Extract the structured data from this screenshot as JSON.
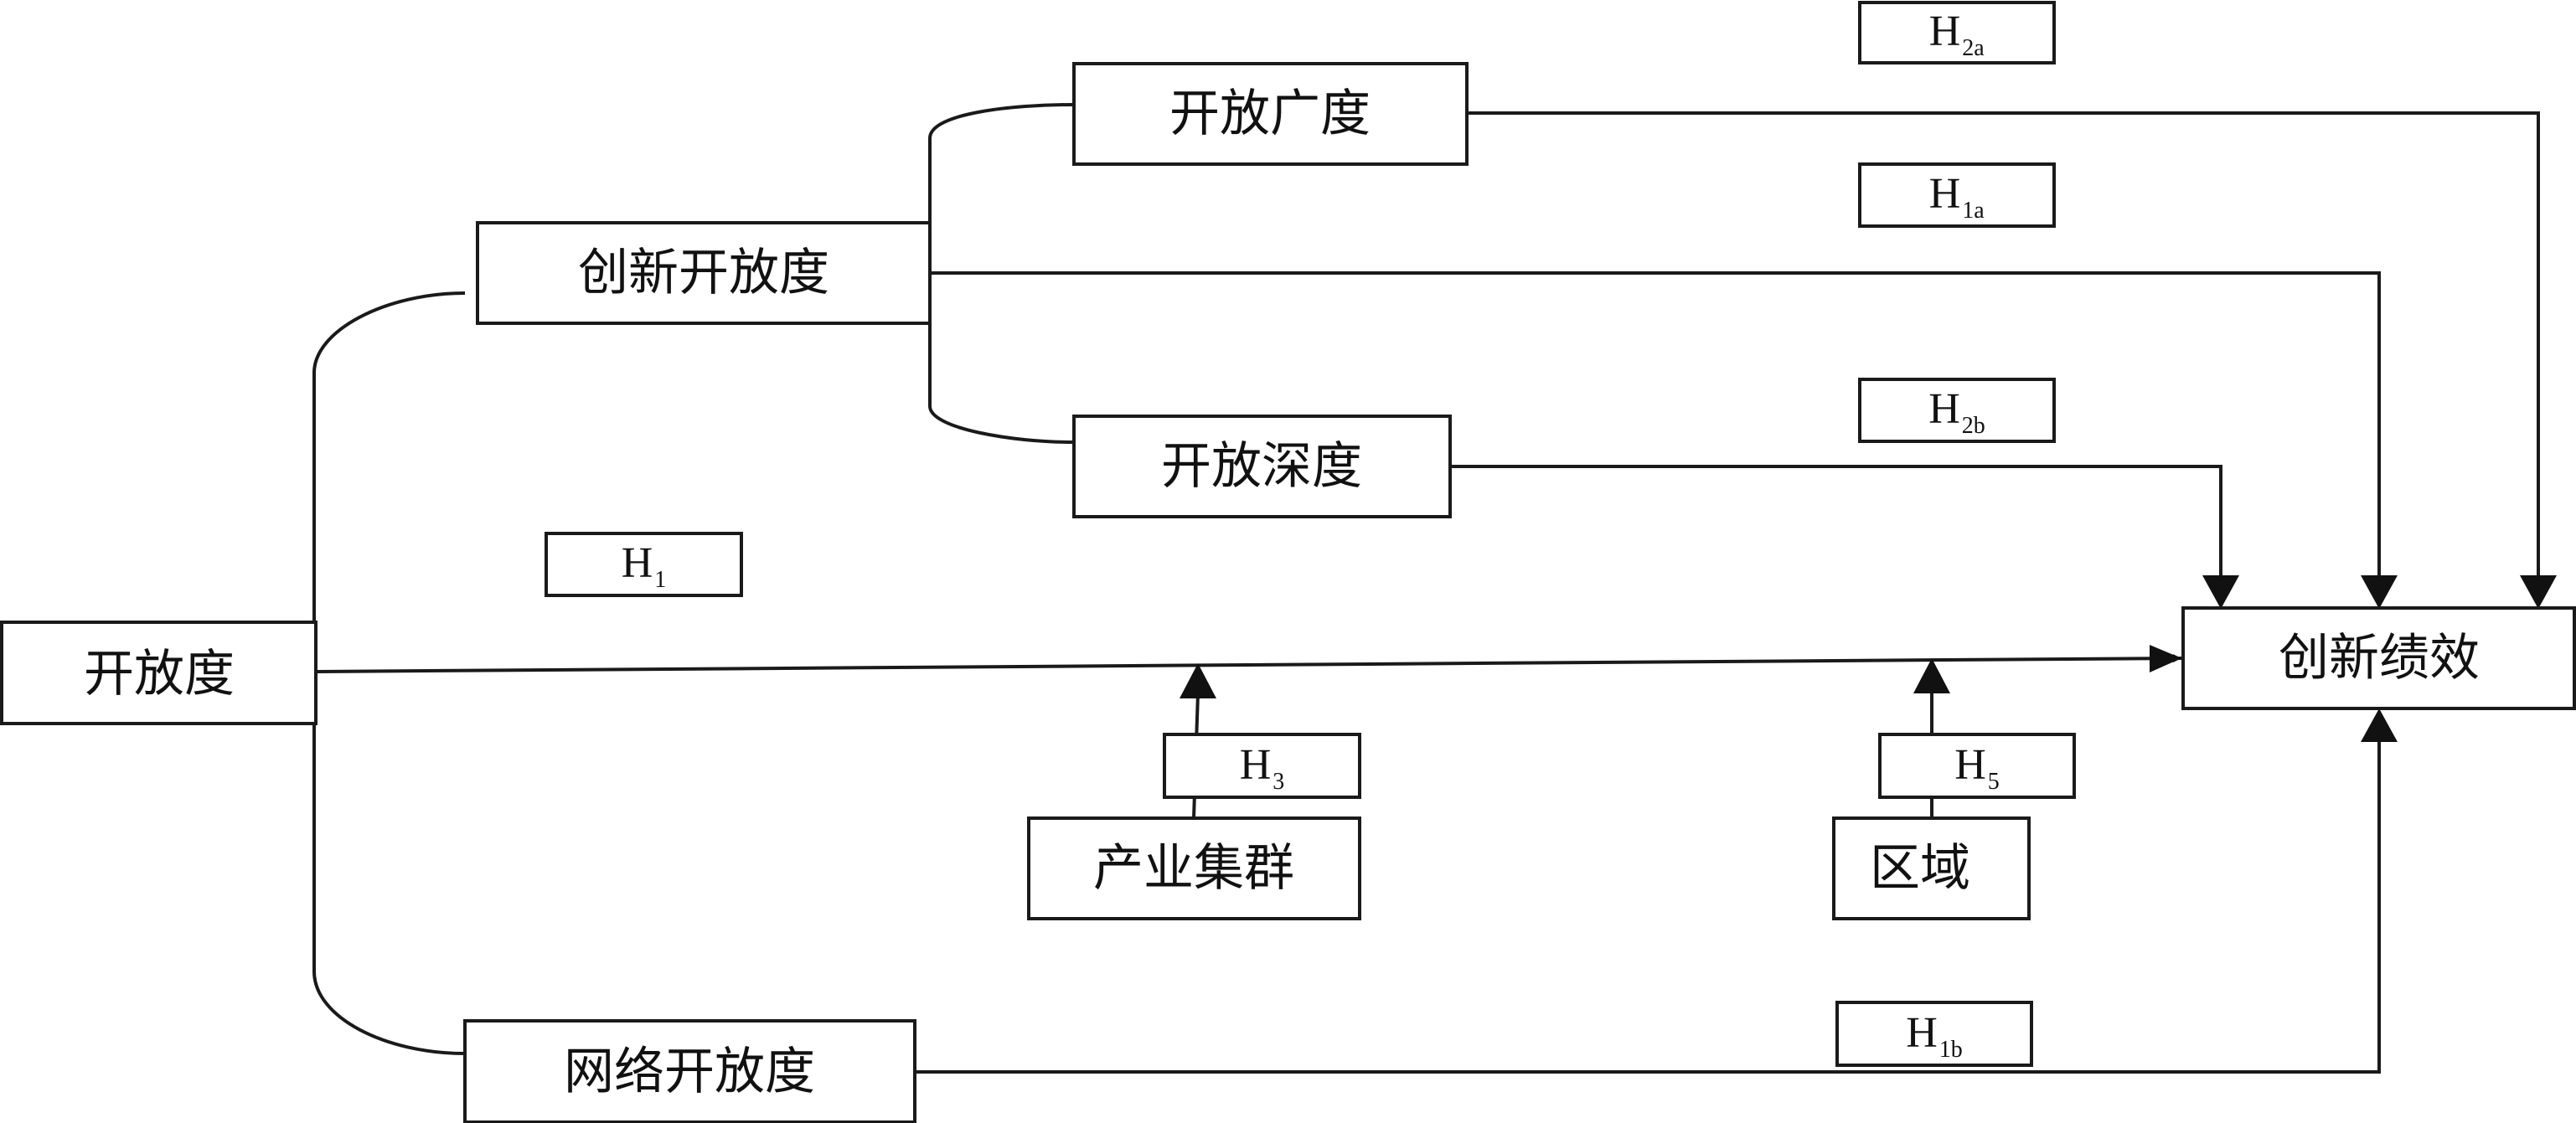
{
  "boxes": {
    "openness": "开放度",
    "innovation_openness": "创新开放度",
    "network_openness": "网络开放度",
    "breadth": "开放广度",
    "depth": "开放深度",
    "cluster": "产业集群",
    "region": "区域",
    "performance": "创新绩效"
  },
  "hypotheses": {
    "h2a": {
      "letter": "H",
      "sub": "2a"
    },
    "h1a": {
      "letter": "H",
      "sub": "1a"
    },
    "h2b": {
      "letter": "H",
      "sub": "2b"
    },
    "h1": {
      "letter": "H",
      "sub": "1"
    },
    "h3": {
      "letter": "H",
      "sub": "3"
    },
    "h5": {
      "letter": "H",
      "sub": "5"
    },
    "h1b": {
      "letter": "H",
      "sub": "1b"
    }
  },
  "colors": {
    "line": "#1a1a1a",
    "text": "#111111",
    "background": "#ffffff"
  }
}
